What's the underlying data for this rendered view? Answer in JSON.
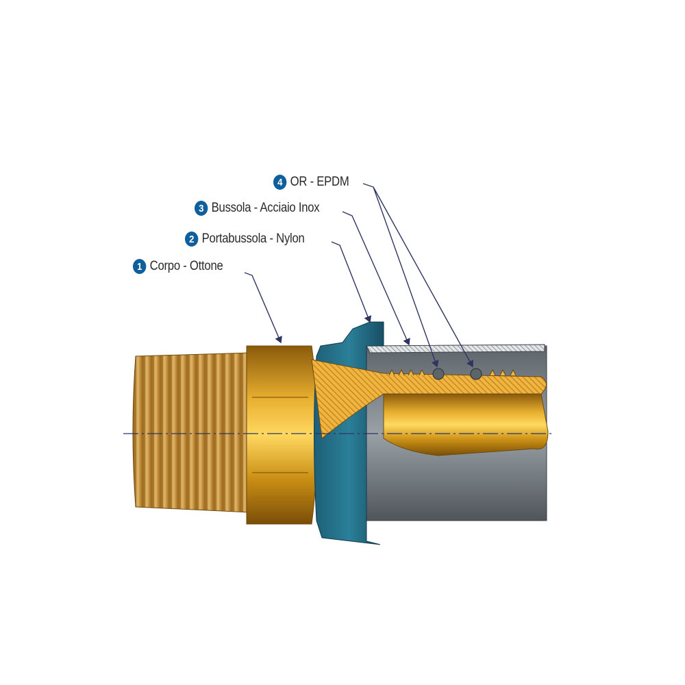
{
  "labels": [
    {
      "number": "1",
      "text": "Corpo - Ottone"
    },
    {
      "number": "2",
      "text": "Portabussola - Nylon"
    },
    {
      "number": "3",
      "text": "Bussola - Acciaio Inox"
    },
    {
      "number": "4",
      "text": "OR - EPDM"
    }
  ],
  "colors": {
    "brass": "#d9a21c",
    "nylon": "#1f6a82",
    "steel": "#8a9096",
    "badge": "#0e5f9c",
    "leader": "#2f3460"
  }
}
